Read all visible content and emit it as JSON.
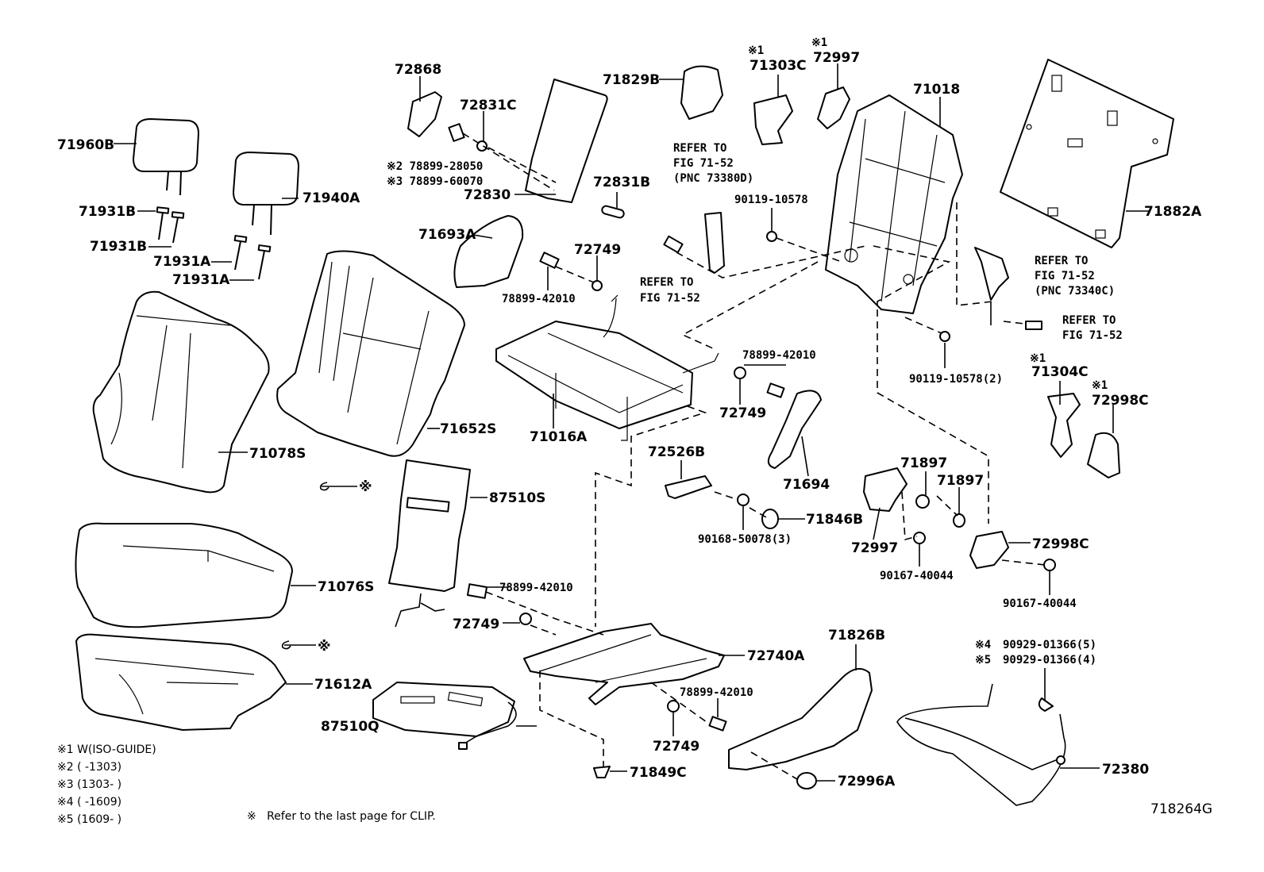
{
  "diagram_code": "718264G",
  "clip_note": "※   Refer to the last page for CLIP.",
  "clip_marks": [
    "※",
    "※"
  ],
  "footnotes": [
    "※1 W(ISO-GUIDE)",
    "※2 (      -1303)",
    "※3 (1303-      )",
    "※4 (      -1609)",
    "※5 (1609-      )"
  ],
  "refer": {
    "r1": [
      "REFER TO",
      "FIG 71-52",
      "(PNC 73380D)"
    ],
    "r2": [
      "REFER TO",
      "FIG 71-52"
    ],
    "r3": [
      "REFER TO",
      "FIG 71-52",
      "(PNC 73340C)"
    ],
    "r4": [
      "REFER TO",
      "FIG 71-52"
    ]
  },
  "labels": {
    "p72868": "72868",
    "p72831C": "72831C",
    "p71960B": "71960B",
    "p71940A": "71940A",
    "p71931B_1": "71931B",
    "p71931B_2": "71931B",
    "p71931A_1": "71931A",
    "p71931A_2": "71931A",
    "p72830": "72830",
    "p72831B": "72831B",
    "p71693A": "71693A",
    "p72749_1": "72749",
    "p78899_42010_1": "78899-42010",
    "p71829B": "71829B",
    "p71303C": "71303C",
    "p71303C_mark": "※1",
    "p72997_top": "72997",
    "p72997_top_mark": "※1",
    "p71018": "71018",
    "p71882A": "71882A",
    "p90119_10578": "90119-10578",
    "p90119_10578_2": "90119-10578(2)",
    "p78899_42010_2": "78899-42010",
    "p72749_2": "72749",
    "p71304C": "71304C",
    "p71304C_mark": "※1",
    "p72998C_top": "72998C",
    "p72998C_top_mark": "※1",
    "p71078S": "71078S",
    "p71652S": "71652S",
    "p71016A": "71016A",
    "p72526B": "72526B",
    "p71694": "71694",
    "p71897_1": "71897",
    "p71897_2": "71897",
    "p87510S": "87510S",
    "p71846B": "71846B",
    "p90168_50078": "90168-50078(3)",
    "p72997_bot": "72997",
    "p72998C_bot": "72998C",
    "p90167_40044_1": "90167-40044",
    "p90167_40044_2": "90167-40044",
    "p71076S": "71076S",
    "p78899_42010_3": "78899-42010",
    "p72749_3": "72749",
    "p71826B": "71826B",
    "p72740A": "72740A",
    "p90929_01366_5": "90929-01366(5)",
    "p90929_01366_4": "90929-01366(4)",
    "p90929_mark4": "※4",
    "p90929_mark5": "※5",
    "p71612A": "71612A",
    "p78899_42010_4": "78899-42010",
    "p87510Q": "87510Q",
    "p72749_4": "72749",
    "p72380": "72380",
    "p71849C": "71849C",
    "p72996A": "72996A",
    "p78899_28050": "※2 78899-28050",
    "p78899_60070": "※3 78899-60070"
  }
}
